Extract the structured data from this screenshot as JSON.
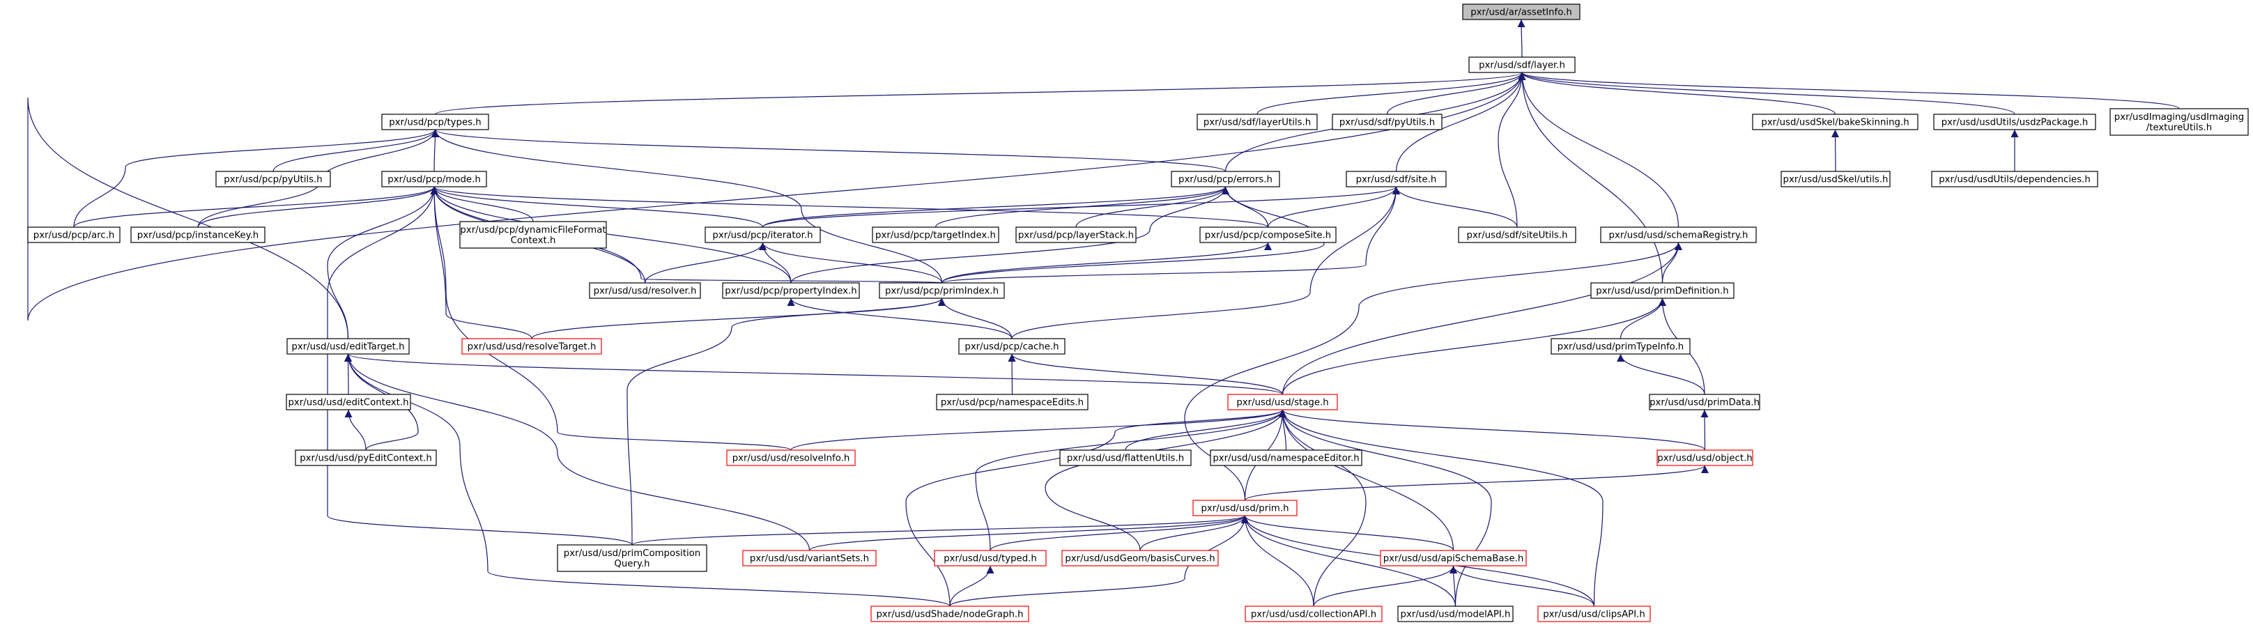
{
  "colors": {
    "edge": "#191970",
    "node_border": "#000000",
    "highlight_fill": "#bfbfbf",
    "truncated_border": "#ff0000",
    "background": "#ffffff"
  },
  "nodes": [
    {
      "id": "assetInfo",
      "label": [
        "pxr/usd/ar/assetInfo.h"
      ],
      "style": "highlight"
    },
    {
      "id": "layer",
      "label": [
        "pxr/usd/sdf/layer.h"
      ],
      "style": "normal"
    },
    {
      "id": "types",
      "label": [
        "pxr/usd/pcp/types.h"
      ],
      "style": "normal"
    },
    {
      "id": "layerUtils",
      "label": [
        "pxr/usd/sdf/layerUtils.h"
      ],
      "style": "normal"
    },
    {
      "id": "pyUtilsSdf",
      "label": [
        "pxr/usd/sdf/pyUtils.h"
      ],
      "style": "normal"
    },
    {
      "id": "bakeSkinning",
      "label": [
        "pxr/usd/usdSkel/bakeSkinning.h"
      ],
      "style": "normal"
    },
    {
      "id": "usdzPackage",
      "label": [
        "pxr/usd/usdUtils/usdzPackage.h"
      ],
      "style": "normal"
    },
    {
      "id": "textureUtils",
      "label": [
        "pxr/usdImaging/usdImaging",
        "/textureUtils.h"
      ],
      "style": "normal"
    },
    {
      "id": "pyUtilsPcp",
      "label": [
        "pxr/usd/pcp/pyUtils.h"
      ],
      "style": "normal"
    },
    {
      "id": "mode",
      "label": [
        "pxr/usd/pcp/mode.h"
      ],
      "style": "normal"
    },
    {
      "id": "errors",
      "label": [
        "pxr/usd/pcp/errors.h"
      ],
      "style": "normal"
    },
    {
      "id": "site",
      "label": [
        "pxr/usd/sdf/site.h"
      ],
      "style": "normal"
    },
    {
      "id": "skelUtils",
      "label": [
        "pxr/usd/usdSkel/utils.h"
      ],
      "style": "normal"
    },
    {
      "id": "dependencies",
      "label": [
        "pxr/usd/usdUtils/dependencies.h"
      ],
      "style": "normal"
    },
    {
      "id": "arc",
      "label": [
        "pxr/usd/pcp/arc.h"
      ],
      "style": "normal"
    },
    {
      "id": "instanceKey",
      "label": [
        "pxr/usd/pcp/instanceKey.h"
      ],
      "style": "normal"
    },
    {
      "id": "dynFileFormat",
      "label": [
        "pxr/usd/pcp/dynamicFileFormat",
        "Context.h"
      ],
      "style": "normal"
    },
    {
      "id": "iterator",
      "label": [
        "pxr/usd/pcp/iterator.h"
      ],
      "style": "normal"
    },
    {
      "id": "targetIndex",
      "label": [
        "pxr/usd/pcp/targetIndex.h"
      ],
      "style": "normal"
    },
    {
      "id": "layerStack",
      "label": [
        "pxr/usd/pcp/layerStack.h"
      ],
      "style": "normal"
    },
    {
      "id": "composeSite",
      "label": [
        "pxr/usd/pcp/composeSite.h"
      ],
      "style": "normal"
    },
    {
      "id": "siteUtils",
      "label": [
        "pxr/usd/sdf/siteUtils.h"
      ],
      "style": "normal"
    },
    {
      "id": "schemaRegistry",
      "label": [
        "pxr/usd/usd/schemaRegistry.h"
      ],
      "style": "normal"
    },
    {
      "id": "resolver",
      "label": [
        "pxr/usd/usd/resolver.h"
      ],
      "style": "normal"
    },
    {
      "id": "propertyIndex",
      "label": [
        "pxr/usd/pcp/propertyIndex.h"
      ],
      "style": "normal"
    },
    {
      "id": "primIndex",
      "label": [
        "pxr/usd/pcp/primIndex.h"
      ],
      "style": "normal"
    },
    {
      "id": "primDefinition",
      "label": [
        "pxr/usd/usd/primDefinition.h"
      ],
      "style": "normal"
    },
    {
      "id": "editTarget",
      "label": [
        "pxr/usd/usd/editTarget.h"
      ],
      "style": "normal"
    },
    {
      "id": "resolveTarget",
      "label": [
        "pxr/usd/usd/resolveTarget.h"
      ],
      "style": "truncated"
    },
    {
      "id": "cache",
      "label": [
        "pxr/usd/pcp/cache.h"
      ],
      "style": "normal"
    },
    {
      "id": "primTypeInfo",
      "label": [
        "pxr/usd/usd/primTypeInfo.h"
      ],
      "style": "normal"
    },
    {
      "id": "editContext",
      "label": [
        "pxr/usd/usd/editContext.h"
      ],
      "style": "normal"
    },
    {
      "id": "namespaceEdits",
      "label": [
        "pxr/usd/pcp/namespaceEdits.h"
      ],
      "style": "normal"
    },
    {
      "id": "stage",
      "label": [
        "pxr/usd/usd/stage.h"
      ],
      "style": "truncated"
    },
    {
      "id": "primData",
      "label": [
        "pxr/usd/usd/primData.h"
      ],
      "style": "normal"
    },
    {
      "id": "pyEditContext",
      "label": [
        "pxr/usd/usd/pyEditContext.h"
      ],
      "style": "normal"
    },
    {
      "id": "resolveInfo",
      "label": [
        "pxr/usd/usd/resolveInfo.h"
      ],
      "style": "truncated"
    },
    {
      "id": "flattenUtils",
      "label": [
        "pxr/usd/usd/flattenUtils.h"
      ],
      "style": "normal"
    },
    {
      "id": "namespaceEditor",
      "label": [
        "pxr/usd/usd/namespaceEditor.h"
      ],
      "style": "normal"
    },
    {
      "id": "object",
      "label": [
        "pxr/usd/usd/object.h"
      ],
      "style": "truncated"
    },
    {
      "id": "prim",
      "label": [
        "pxr/usd/usd/prim.h"
      ],
      "style": "truncated"
    },
    {
      "id": "primComposition",
      "label": [
        "pxr/usd/usd/primComposition",
        "Query.h"
      ],
      "style": "normal"
    },
    {
      "id": "variantSets",
      "label": [
        "pxr/usd/usd/variantSets.h"
      ],
      "style": "truncated"
    },
    {
      "id": "typed",
      "label": [
        "pxr/usd/usd/typed.h"
      ],
      "style": "truncated"
    },
    {
      "id": "basisCurves",
      "label": [
        "pxr/usd/usdGeom/basisCurves.h"
      ],
      "style": "truncated"
    },
    {
      "id": "apiSchemaBase",
      "label": [
        "pxr/usd/usd/apiSchemaBase.h"
      ],
      "style": "truncated"
    },
    {
      "id": "nodeGraph",
      "label": [
        "pxr/usd/usdShade/nodeGraph.h"
      ],
      "style": "truncated"
    },
    {
      "id": "collectionAPI",
      "label": [
        "pxr/usd/usd/collectionAPI.h"
      ],
      "style": "truncated"
    },
    {
      "id": "modelAPI",
      "label": [
        "pxr/usd/usd/modelAPI.h"
      ],
      "style": "normal"
    },
    {
      "id": "clipsAPI",
      "label": [
        "pxr/usd/usd/clipsAPI.h"
      ],
      "style": "truncated"
    }
  ],
  "edges": [
    [
      "layer",
      "assetInfo"
    ],
    [
      "types",
      "layer"
    ],
    [
      "layerUtils",
      "layer"
    ],
    [
      "pyUtilsSdf",
      "layer"
    ],
    [
      "bakeSkinning",
      "layer"
    ],
    [
      "usdzPackage",
      "layer"
    ],
    [
      "textureUtils",
      "layer"
    ],
    [
      "errors",
      "layer"
    ],
    [
      "site",
      "layer"
    ],
    [
      "siteUtils",
      "layer"
    ],
    [
      "schemaRegistry",
      "layer"
    ],
    [
      "primDefinition",
      "layer"
    ],
    [
      "editTarget",
      "layer"
    ],
    [
      "pyUtilsPcp",
      "types"
    ],
    [
      "mode",
      "types"
    ],
    [
      "errors",
      "types"
    ],
    [
      "arc",
      "types"
    ],
    [
      "instanceKey",
      "types"
    ],
    [
      "primIndex",
      "types"
    ],
    [
      "skelUtils",
      "bakeSkinning"
    ],
    [
      "dependencies",
      "usdzPackage"
    ],
    [
      "arc",
      "mode"
    ],
    [
      "instanceKey",
      "mode"
    ],
    [
      "dynFileFormat",
      "mode"
    ],
    [
      "iterator",
      "mode"
    ],
    [
      "composeSite",
      "mode"
    ],
    [
      "primIndex",
      "mode"
    ],
    [
      "resolver",
      "mode"
    ],
    [
      "propertyIndex",
      "mode"
    ],
    [
      "resolveTarget",
      "mode"
    ],
    [
      "editTarget",
      "mode"
    ],
    [
      "resolveInfo",
      "mode"
    ],
    [
      "primComposition",
      "mode"
    ],
    [
      "iterator",
      "errors"
    ],
    [
      "targetIndex",
      "errors"
    ],
    [
      "layerStack",
      "errors"
    ],
    [
      "composeSite",
      "errors"
    ],
    [
      "propertyIndex",
      "errors"
    ],
    [
      "primIndex",
      "errors"
    ],
    [
      "iterator",
      "site"
    ],
    [
      "composeSite",
      "site"
    ],
    [
      "siteUtils",
      "site"
    ],
    [
      "primIndex",
      "site"
    ],
    [
      "cache",
      "site"
    ],
    [
      "resolver",
      "iterator"
    ],
    [
      "propertyIndex",
      "iterator"
    ],
    [
      "primIndex",
      "iterator"
    ],
    [
      "primIndex",
      "composeSite"
    ],
    [
      "stage",
      "schemaRegistry"
    ],
    [
      "primDefinition",
      "schemaRegistry"
    ],
    [
      "prim",
      "schemaRegistry"
    ],
    [
      "cache",
      "propertyIndex"
    ],
    [
      "cache",
      "primIndex"
    ],
    [
      "resolveTarget",
      "primIndex"
    ],
    [
      "primComposition",
      "primIndex"
    ],
    [
      "primTypeInfo",
      "primDefinition"
    ],
    [
      "primData",
      "primDefinition"
    ],
    [
      "stage",
      "primDefinition"
    ],
    [
      "editContext",
      "editTarget"
    ],
    [
      "pyEditContext",
      "editTarget"
    ],
    [
      "stage",
      "editTarget"
    ],
    [
      "variantSets",
      "editTarget"
    ],
    [
      "nodeGraph",
      "editTarget"
    ],
    [
      "namespaceEdits",
      "cache"
    ],
    [
      "stage",
      "cache"
    ],
    [
      "primData",
      "primTypeInfo"
    ],
    [
      "pyEditContext",
      "editContext"
    ],
    [
      "object",
      "primData"
    ],
    [
      "resolveInfo",
      "stage"
    ],
    [
      "flattenUtils",
      "stage"
    ],
    [
      "namespaceEditor",
      "stage"
    ],
    [
      "object",
      "stage"
    ],
    [
      "prim",
      "stage"
    ],
    [
      "typed",
      "stage"
    ],
    [
      "basisCurves",
      "stage"
    ],
    [
      "apiSchemaBase",
      "stage"
    ],
    [
      "nodeGraph",
      "stage"
    ],
    [
      "collectionAPI",
      "stage"
    ],
    [
      "modelAPI",
      "stage"
    ],
    [
      "clipsAPI",
      "stage"
    ],
    [
      "prim",
      "object"
    ],
    [
      "primComposition",
      "prim"
    ],
    [
      "variantSets",
      "prim"
    ],
    [
      "typed",
      "prim"
    ],
    [
      "basisCurves",
      "prim"
    ],
    [
      "apiSchemaBase",
      "prim"
    ],
    [
      "nodeGraph",
      "prim"
    ],
    [
      "collectionAPI",
      "prim"
    ],
    [
      "modelAPI",
      "prim"
    ],
    [
      "clipsAPI",
      "prim"
    ],
    [
      "nodeGraph",
      "typed"
    ],
    [
      "collectionAPI",
      "apiSchemaBase"
    ],
    [
      "modelAPI",
      "apiSchemaBase"
    ],
    [
      "clipsAPI",
      "apiSchemaBase"
    ]
  ]
}
